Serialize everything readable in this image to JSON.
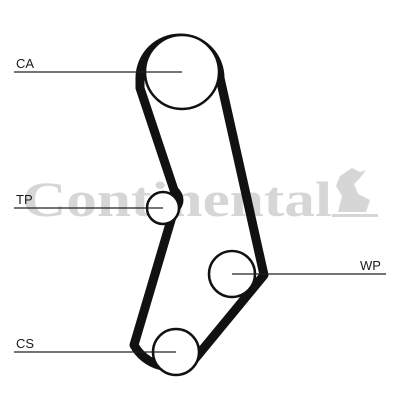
{
  "watermark": {
    "text": "Continental",
    "logo_icon": "rearing-horse-icon"
  },
  "labels": {
    "ca": "CA",
    "tp": "TP",
    "wp": "WP",
    "cs": "CS"
  },
  "colors": {
    "belt": "#111111",
    "pulley_fill": "#ffffff",
    "leader": "#222222",
    "watermark": "#d6d6d6"
  }
}
